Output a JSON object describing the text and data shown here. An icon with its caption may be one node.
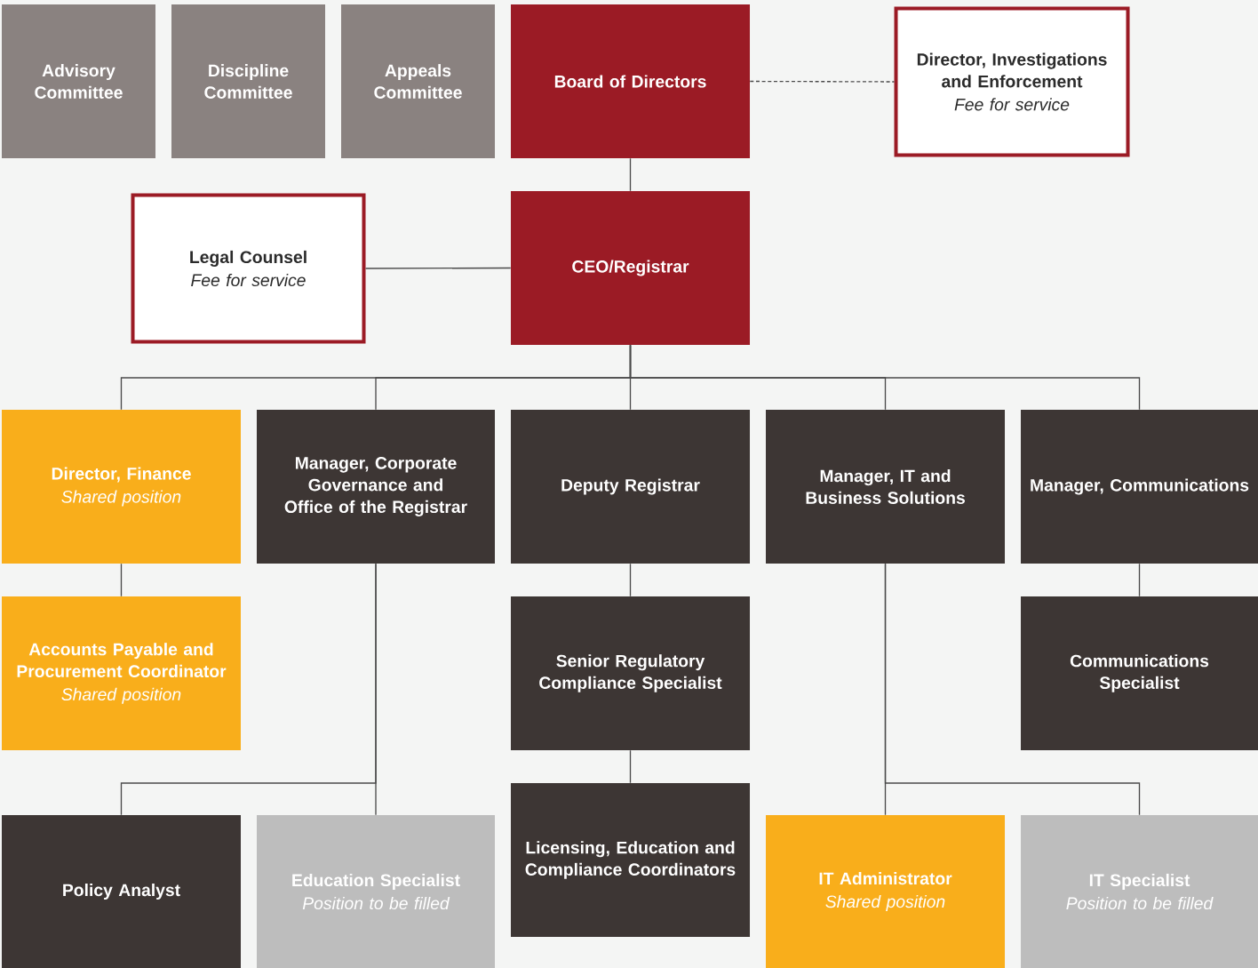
{
  "diagram": {
    "nodes": [
      {
        "text": [
          "Advisory Committee"
        ]
      },
      {
        "text": [
          "Discipline Committee"
        ]
      },
      {
        "text": [
          "Appeals Committee"
        ]
      },
      {
        "text": [
          "Board of Directors"
        ]
      },
      {
        "text": [
          "Director, Investigations and Enforcement",
          "Fee for service"
        ]
      },
      {
        "text": [
          "Legal Counsel",
          "Fee for service"
        ]
      },
      {
        "text": [
          "CEO/Registrar"
        ]
      },
      {
        "text": [
          "Director, Finance",
          "Shared position"
        ]
      },
      {
        "text": [
          "Manager, Corporate Governance and Office of the Registrar"
        ]
      },
      {
        "text": [
          "Deputy Registrar"
        ]
      },
      {
        "text": [
          "Manager, IT and Business Solutions"
        ]
      },
      {
        "text": [
          "Manager, Communications"
        ]
      },
      {
        "text": [
          "Accounts Payable and Procurement Coordinator",
          "Shared position"
        ]
      },
      {
        "text": [
          "Senior Regulatory Compliance Specialist"
        ]
      },
      {
        "text": [
          "Communications Specialist"
        ]
      },
      {
        "text": [
          "Policy Analyst"
        ]
      },
      {
        "text": [
          "Education Specialist",
          "Position to be filled"
        ]
      },
      {
        "text": [
          "Licensing, Education and Compliance Coordinators"
        ]
      },
      {
        "text": [
          "IT Administrator",
          "Shared position"
        ]
      },
      {
        "text": [
          "IT Specialist",
          "Position to be filled"
        ]
      }
    ],
    "edges": [
      {
        "from": 3,
        "to": 4,
        "arrow": "none",
        "style": "dashed"
      },
      {
        "from": 3,
        "to": 6,
        "arrow": "none"
      },
      {
        "from": 6,
        "to": 5,
        "arrow": "none"
      },
      {
        "from": 6,
        "to": 7,
        "arrow": "none"
      },
      {
        "from": 6,
        "to": 8,
        "arrow": "none"
      },
      {
        "from": 6,
        "to": 9,
        "arrow": "none"
      },
      {
        "from": 6,
        "to": 10,
        "arrow": "none"
      },
      {
        "from": 6,
        "to": 11,
        "arrow": "none"
      },
      {
        "from": 7,
        "to": 12,
        "arrow": "none"
      },
      {
        "from": 8,
        "to": 15,
        "arrow": "none"
      },
      {
        "from": 8,
        "to": 16,
        "arrow": "none"
      },
      {
        "from": 9,
        "to": 13,
        "arrow": "none"
      },
      {
        "from": 13,
        "to": 17,
        "arrow": "none"
      },
      {
        "from": 10,
        "to": 18,
        "arrow": "none"
      },
      {
        "from": 10,
        "to": 19,
        "arrow": "none"
      },
      {
        "from": 11,
        "to": 14,
        "arrow": "none"
      }
    ]
  }
}
